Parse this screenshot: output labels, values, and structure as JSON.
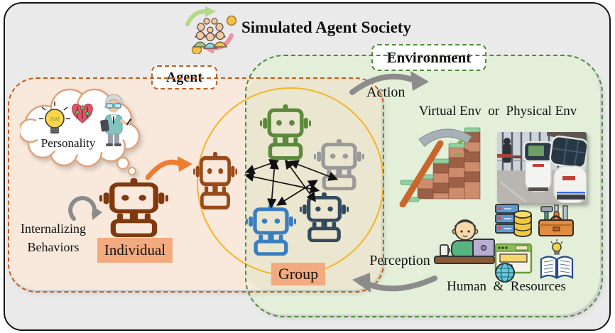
{
  "title": "Simulated Agent Society",
  "agent": {
    "label": "Agent",
    "personality": "Personality",
    "tom": "ToM",
    "internalizing_line1": "Internalizing",
    "internalizing_line2": "Behaviors",
    "individual_label": "Individual",
    "group_label": "Group"
  },
  "environment": {
    "label": "Environment",
    "env_options": "Virtual Env  or  Physical Env",
    "human_resources": "Human  &  Resources"
  },
  "flows": {
    "action": "Action",
    "perception": "Perception"
  },
  "icons": {
    "society": "people-cycle-icon",
    "thought": "thought-bubble",
    "bulb": "lightbulb-tom-icon",
    "heart": "heart-sliders-icon",
    "researcher": "researcher-icon",
    "refresh": "internalizing-refresh-icon",
    "robot": "robot-icon",
    "promote": "orange-curved-arrow-icon",
    "action_arrow": "action-curved-arrow-icon",
    "perception_arrow": "perception-curved-arrow-icon",
    "virtual_env": "pickaxe-blocks-icon",
    "physical_env": "service-robots-photo",
    "human": "human-at-desk-icon",
    "server": "server-database-icon",
    "toolbox": "toolbox-icon",
    "browser": "web-browser-globe-icon",
    "book": "book-idea-icon"
  },
  "colors": {
    "robots": {
      "individual": "#80390e",
      "group_brown": "#99491a",
      "green": "#5c8a3c",
      "gray": "#9a9a9a",
      "blue": "#3a7ec1",
      "navy": "#344a5e"
    },
    "agent_fill": "#f8e9dc",
    "agent_border": "#c75b1e",
    "env_fill": "#e3efd9",
    "env_border": "#4f8c3b",
    "overlap_fill": "#eae6cf",
    "group_circle": "#f4b52a",
    "highlight_label": "#f3aa7e",
    "flow_arrow_gray": "#8c8c8c",
    "promote_arrow_orange": "#ed7d31"
  }
}
